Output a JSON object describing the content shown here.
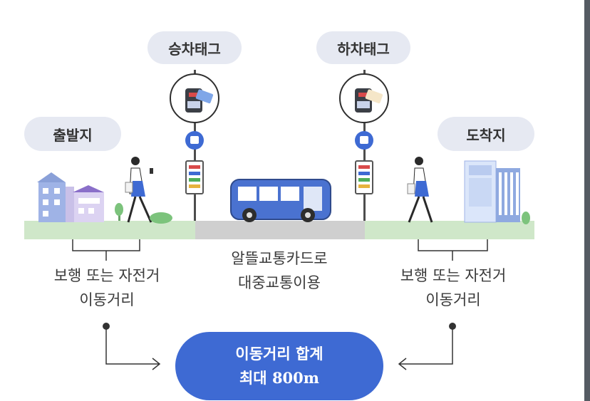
{
  "labels": {
    "board_tag": "승차태그",
    "alight_tag": "하차태그",
    "origin": "출발지",
    "destination": "도착지"
  },
  "captions": {
    "left_line1": "보행 또는 자전거",
    "left_line2": "이동거리",
    "center_line1": "알뜰교통카드로",
    "center_line2": "대중교통이용",
    "right_line1": "보행 또는 자전거",
    "right_line2": "이동거리"
  },
  "total": {
    "line1": "이동거리 합계",
    "prefix": "최대 ",
    "distance": "800m"
  },
  "colors": {
    "accent": "#3e6ad3",
    "pill_bg": "#e6e9f2",
    "ground": "#cfe7c9",
    "road": "#cfcfcf",
    "bus": "#4a72d0"
  }
}
